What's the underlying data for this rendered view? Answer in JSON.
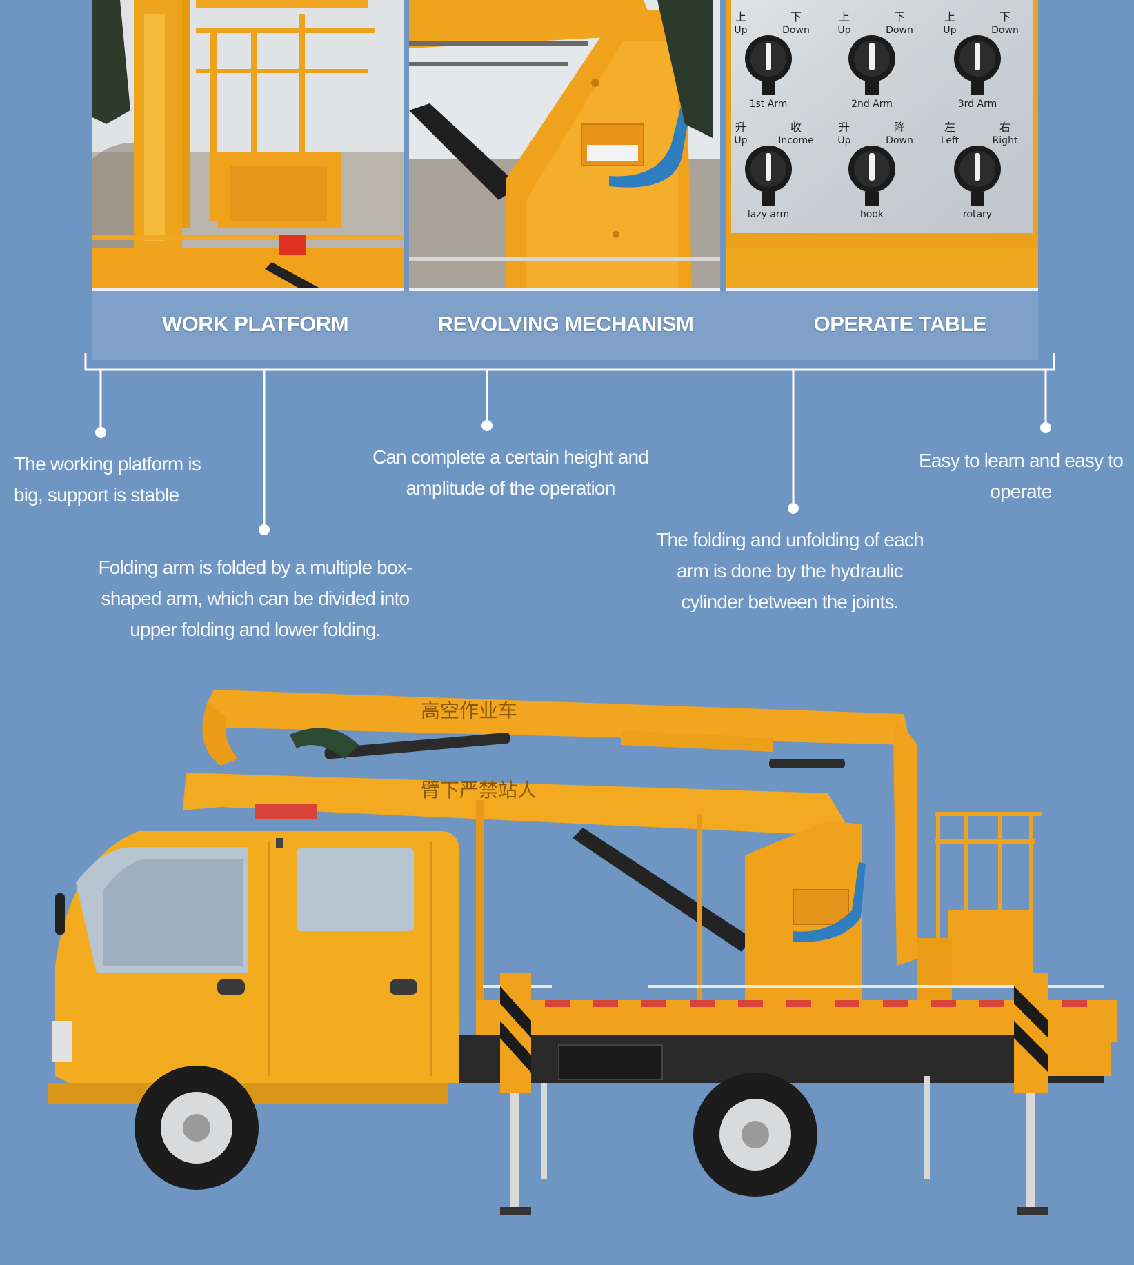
{
  "features": [
    {
      "caption": "WORK PLATFORM"
    },
    {
      "caption": "REVOLVING MECHANISM"
    },
    {
      "caption": "OPERATE TABLE"
    }
  ],
  "descriptions": [
    "The working platform is big, support is stable",
    "Can complete a certain height and amplitude of the operation",
    "Easy to learn and easy to operate",
    "Folding arm is folded by a multiple box-shaped arm, which can be divided into upper folding and lower folding.",
    "The folding and unfolding of each arm is done by the hydraulic cylinder between the joints."
  ],
  "control_panel": {
    "row1": [
      {
        "top_cn": "上",
        "top": "Up",
        "top2_cn": "下",
        "top2": "Down",
        "bottom": "1st Arm"
      },
      {
        "top_cn": "上",
        "top": "Up",
        "top2_cn": "下",
        "top2": "Down",
        "bottom": "2nd Arm"
      },
      {
        "top_cn": "上",
        "top": "Up",
        "top2_cn": "下",
        "top2": "Down",
        "bottom": "3rd Arm"
      }
    ],
    "row2": [
      {
        "top_cn": "升",
        "top": "Up",
        "top2_cn": "收",
        "top2": "Income",
        "bottom": "lazy arm"
      },
      {
        "top_cn": "升",
        "top": "Up",
        "top2_cn": "降",
        "top2": "Down",
        "bottom": "hook"
      },
      {
        "top_cn": "左",
        "top": "Left",
        "top2_cn": "右",
        "top2": "Right",
        "bottom": "rotary"
      }
    ]
  },
  "truck_text": {
    "upper_arm": "高空作业车",
    "lower_arm": "臂下严禁站人"
  },
  "colors": {
    "background": "#6f95c2",
    "machine_yellow": "#f2a81d",
    "text": "#ffffff"
  }
}
